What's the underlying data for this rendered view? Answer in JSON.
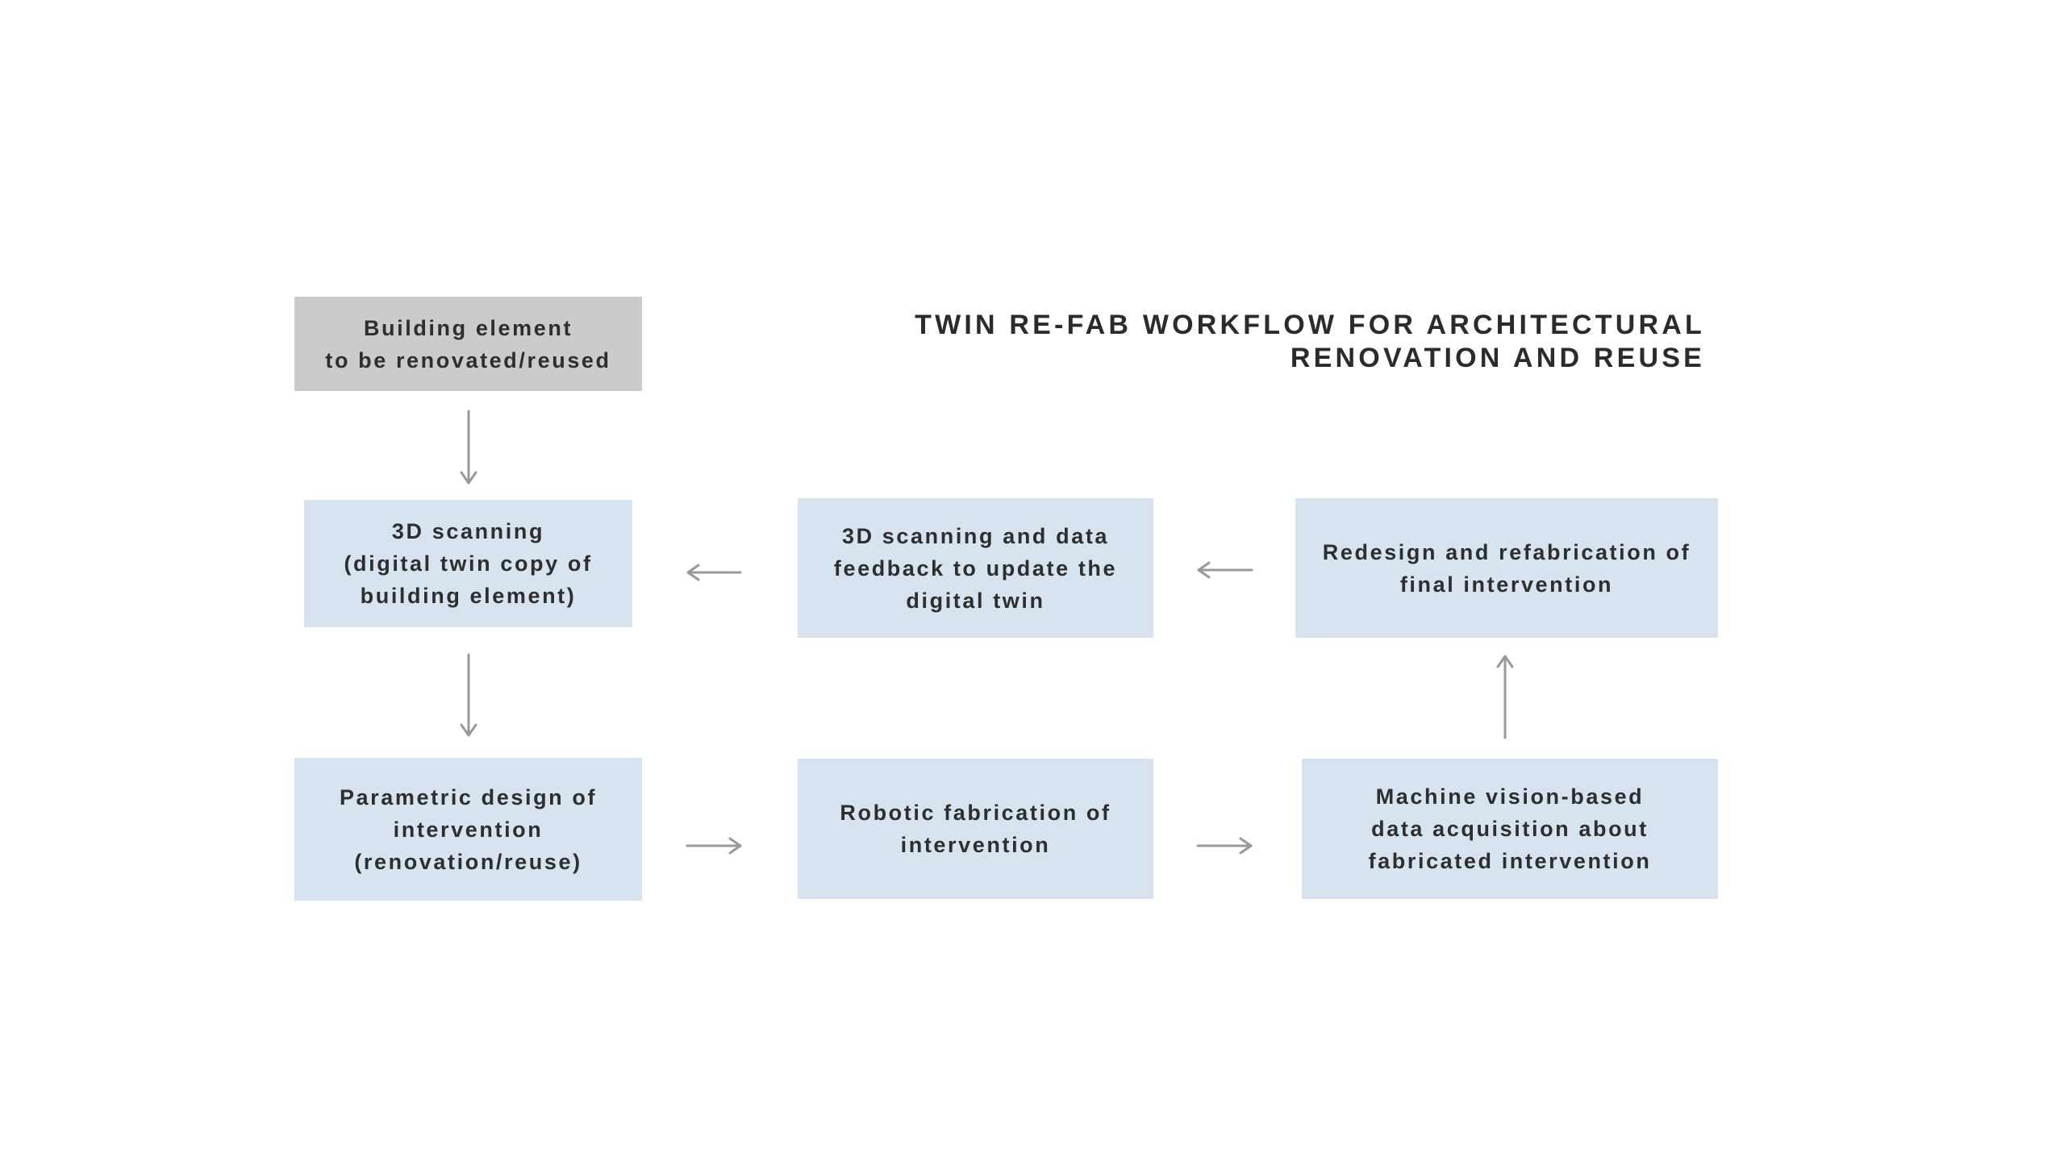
{
  "title": {
    "line1": "TWIN RE-FAB WORKFLOW FOR ARCHITECTURAL",
    "line2": "RENOVATION AND REUSE"
  },
  "colors": {
    "start_box": "#cbcbcb",
    "step_box": "#d7e3ef",
    "arrow": "#999999",
    "text": "#2e2e2e"
  },
  "nodes": {
    "building_element": {
      "lines": [
        "Building element",
        "to be renovated/reused"
      ]
    },
    "scanning": {
      "lines": [
        "3D scanning",
        "(digital twin copy of",
        "building element)"
      ]
    },
    "rescan_feedback": {
      "lines": [
        "3D scanning and data",
        "feedback to update the",
        "digital twin"
      ]
    },
    "redesign": {
      "lines": [
        "Redesign and refabrication of",
        "final intervention"
      ]
    },
    "parametric_design": {
      "lines": [
        "Parametric design of",
        "intervention",
        "(renovation/reuse)"
      ]
    },
    "robotic_fabrication": {
      "lines": [
        "Robotic fabrication of",
        "intervention"
      ]
    },
    "machine_vision": {
      "lines": [
        "Machine vision-based",
        "data acquisition about",
        "fabricated intervention"
      ]
    }
  },
  "connections": [
    {
      "from": "building_element",
      "to": "scanning",
      "direction": "down"
    },
    {
      "from": "scanning",
      "to": "parametric_design",
      "direction": "down"
    },
    {
      "from": "parametric_design",
      "to": "robotic_fabrication",
      "direction": "right"
    },
    {
      "from": "robotic_fabrication",
      "to": "machine_vision",
      "direction": "right"
    },
    {
      "from": "machine_vision",
      "to": "redesign",
      "direction": "up"
    },
    {
      "from": "redesign",
      "to": "rescan_feedback",
      "direction": "left"
    },
    {
      "from": "rescan_feedback",
      "to": "scanning",
      "direction": "left"
    }
  ]
}
